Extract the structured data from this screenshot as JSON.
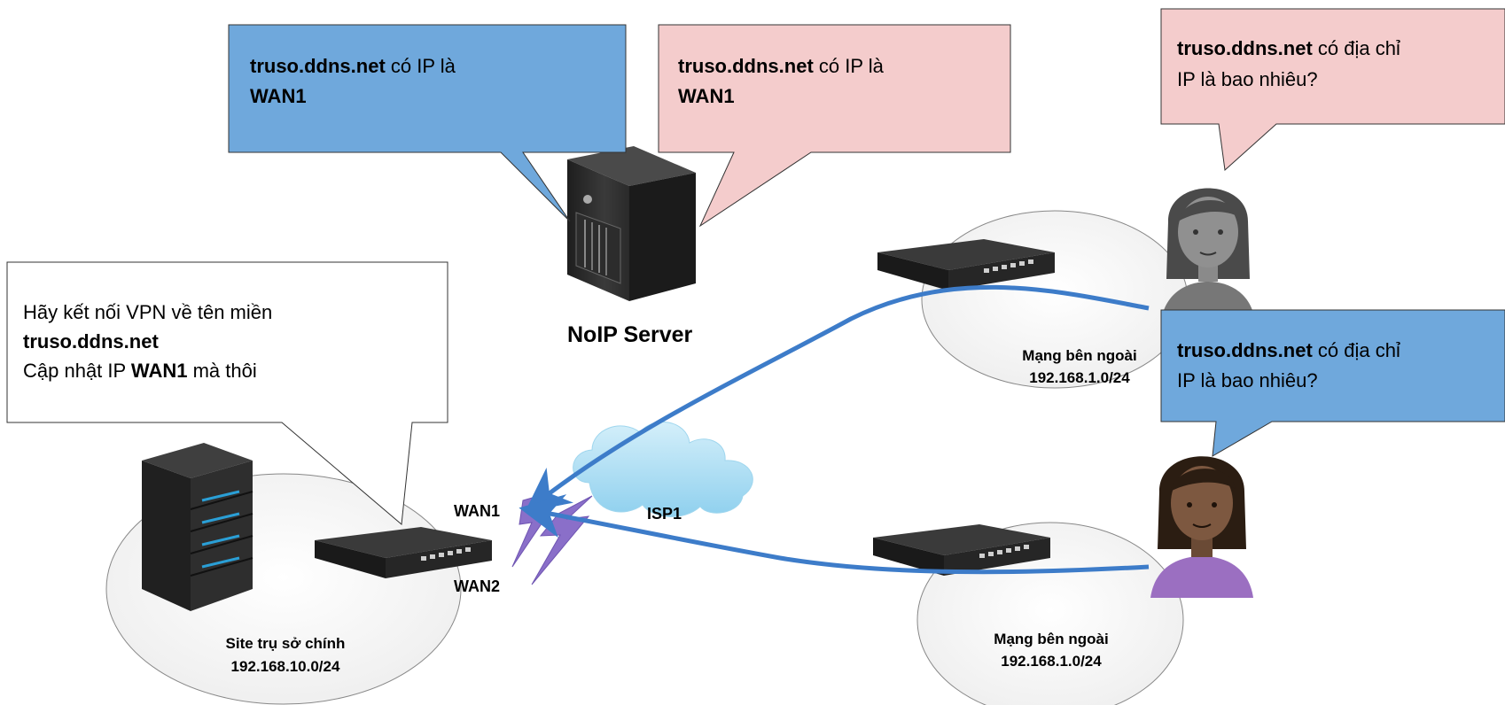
{
  "callouts": {
    "noip_left": {
      "line1_bold": "truso.ddns.net",
      "line1_rest": " có IP là",
      "line2_bold": "WAN1",
      "fill": "#6fa8dc"
    },
    "noip_right": {
      "line1_bold": "truso.ddns.net",
      "line1_rest": " có IP là",
      "line2_bold": "WAN1",
      "fill": "#f4cccc"
    },
    "user_top": {
      "line1_bold": "truso.ddns.net",
      "line1_rest": " có địa chỉ",
      "line2": "IP là bao nhiêu?",
      "fill": "#f4cccc"
    },
    "user_bottom": {
      "line1_bold": "truso.ddns.net",
      "line1_rest": " có địa chỉ",
      "line2": "IP là bao nhiêu?",
      "fill": "#6fa8dc"
    },
    "router": {
      "line1": "Hãy kết nối VPN về tên miền",
      "line2_bold": "truso.ddns.net",
      "line3_pre": "Cập nhật IP ",
      "line3_bold": "WAN1",
      "line3_post": " mà thôi",
      "fill": "#ffffff"
    }
  },
  "server": {
    "label": "NoIP Server"
  },
  "sites": {
    "main": {
      "name": "Site trụ sở chính",
      "subnet": "192.168.10.0/24"
    },
    "remote_top": {
      "name": "Mạng bên ngoài",
      "subnet": "192.168.1.0/24"
    },
    "remote_bottom": {
      "name": "Mạng bên ngoài",
      "subnet": "192.168.1.0/24"
    }
  },
  "links": {
    "wan1": "WAN1",
    "wan2": "WAN2",
    "isp": "ISP1"
  },
  "colors": {
    "arrow": "#3d7cc9",
    "lightning": "#8a6fc9",
    "cloud": "#a9dbf2"
  }
}
